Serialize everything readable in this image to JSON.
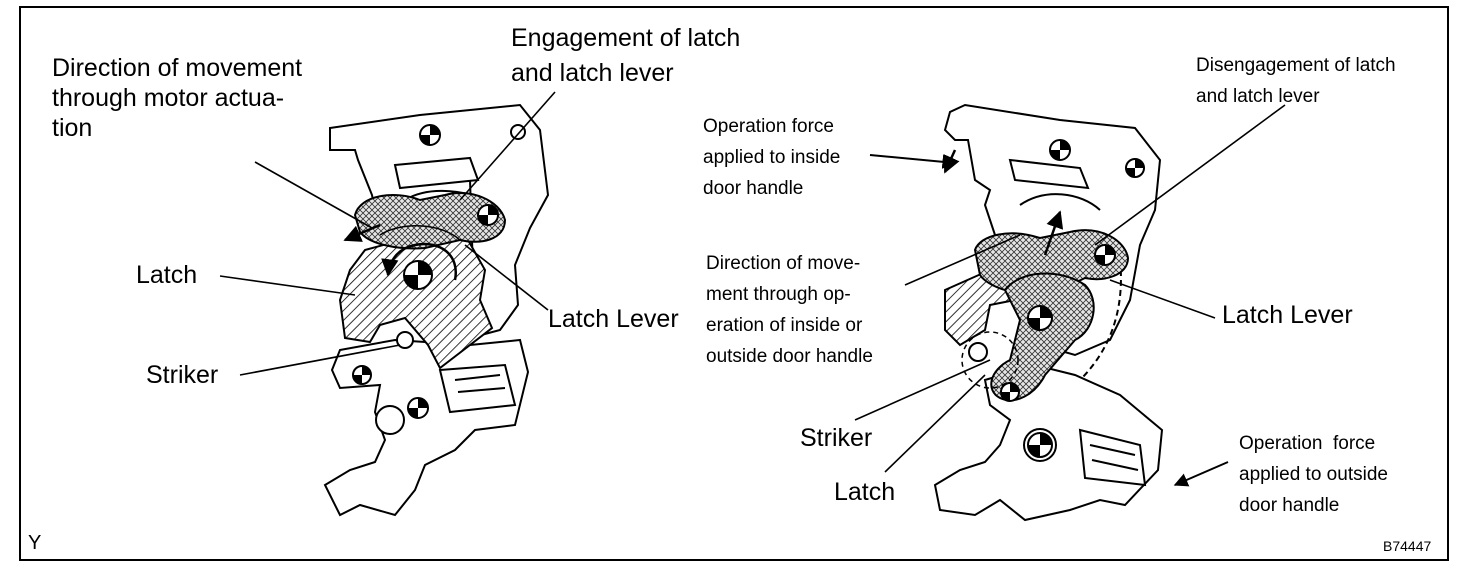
{
  "left": {
    "engagement_label": "Engagement of latch\nand latch lever",
    "direction_label": "Direction of movement\nthrough motor actua-\ntion",
    "latch_label": "Latch",
    "latch_lever_label": "Latch Lever",
    "striker_label": "Striker"
  },
  "right": {
    "disengagement_label": "Disengagement of latch\nand latch lever",
    "inside_force_label": "Operation force\napplied to inside\ndoor handle",
    "direction_label": "Direction of move-\nment through op-\neration of inside or\noutside door handle",
    "latch_lever_label": "Latch Lever",
    "striker_label": "Striker",
    "latch_label": "Latch",
    "outside_force_label": "Operation  force\napplied to outside\ndoor handle"
  },
  "corner_left": "Y",
  "corner_right": "B74447"
}
